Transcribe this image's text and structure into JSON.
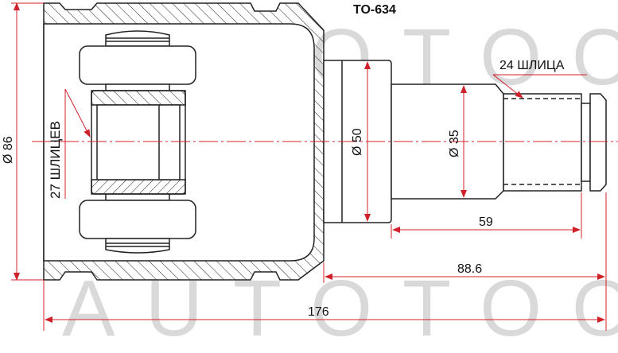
{
  "drawing": {
    "part_number": "TO-634",
    "watermark_text": "AUTOTOOT",
    "dimensions": {
      "outer_diameter": "Ø 86",
      "inner_splines": "27 ШЛИЦЕВ",
      "flange_diameter": "Ø 50",
      "shaft_diameter": "Ø 35",
      "outer_splines": "24 ШЛИЦА",
      "spline_length": "59",
      "shaft_length": "88.6",
      "total_length": "176"
    },
    "colors": {
      "outline": "#222222",
      "dimension": "#d0202a",
      "watermark": "#d9d9d9",
      "background": "#ffffff"
    }
  }
}
